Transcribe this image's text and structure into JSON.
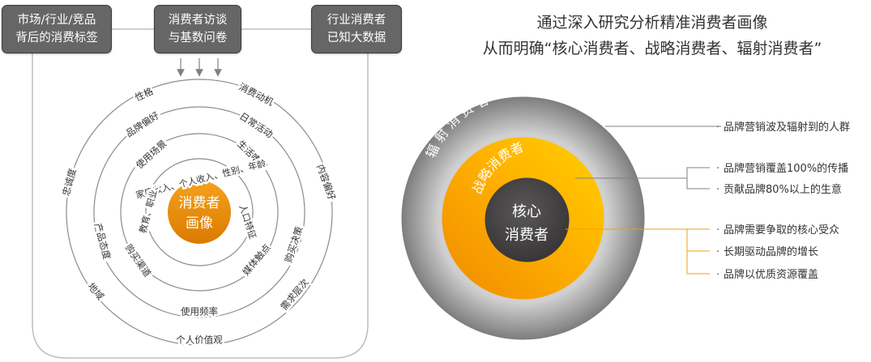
{
  "sources": [
    {
      "line1": "市场/行业/竞品",
      "line2": "背后的消费标签"
    },
    {
      "line1": "消费者访谈",
      "line2": "与基数问卷"
    },
    {
      "line1": "行业消费者",
      "line2": "已知大数据"
    }
  ],
  "left_diagram": {
    "center_line1": "消费者",
    "center_line2": "画像",
    "labels": {
      "xingge": "性格",
      "xiaofeidongji": "消费动机",
      "zhongchengdu": "忠诚度",
      "neirongpianhao": "内容偏好",
      "diyu": "地域",
      "xuqiucengci": "需求层次",
      "gerenjiazhiguan": "个人价值观",
      "pinpaipianhao": "品牌偏好",
      "richanghuodong": "日常活动",
      "chanpintaidu": "产品态度",
      "goumaijuece": "购买决策",
      "shiyongpinlv": "使用频率",
      "shiyongchangjing": "使用场景",
      "shenghuoxiguan": "生活嗜好",
      "goumaiqudao": "购买渠道",
      "meitichudian": "媒体触点",
      "demographics": "家庭收入、个人收入、性别、年龄",
      "renkoutezheng": "人口特征",
      "zhiye_jiaoyu": "教育、职业、"
    }
  },
  "right_header": {
    "line1": "通过深入研究分析精准消费者画像",
    "line2": "从而明确“核心消费者、战略消费者、辐射消费者”"
  },
  "right_diagram": {
    "outer_ring": "辐 射 消 费 者",
    "middle_ring": "战略消费者",
    "core_line1": "核心",
    "core_line2": "消费者",
    "annotations": {
      "radiation": "品牌营销波及辐射到的人群",
      "strategic_1": "品牌营销覆盖100%的传播",
      "strategic_2": "贡献品牌80%以上的生意",
      "core_1": "品牌需要争取的核心受众",
      "core_2": "长期驱动品牌的增长",
      "core_3": "品牌以优质资源覆盖"
    }
  },
  "colors": {
    "box_fill": "#666666",
    "orange": "#f59a00",
    "gold": "#ffc000",
    "dark_core": "#4a4848",
    "leader_orange": "#f2a100",
    "leader_gray": "#7f7f7f"
  }
}
